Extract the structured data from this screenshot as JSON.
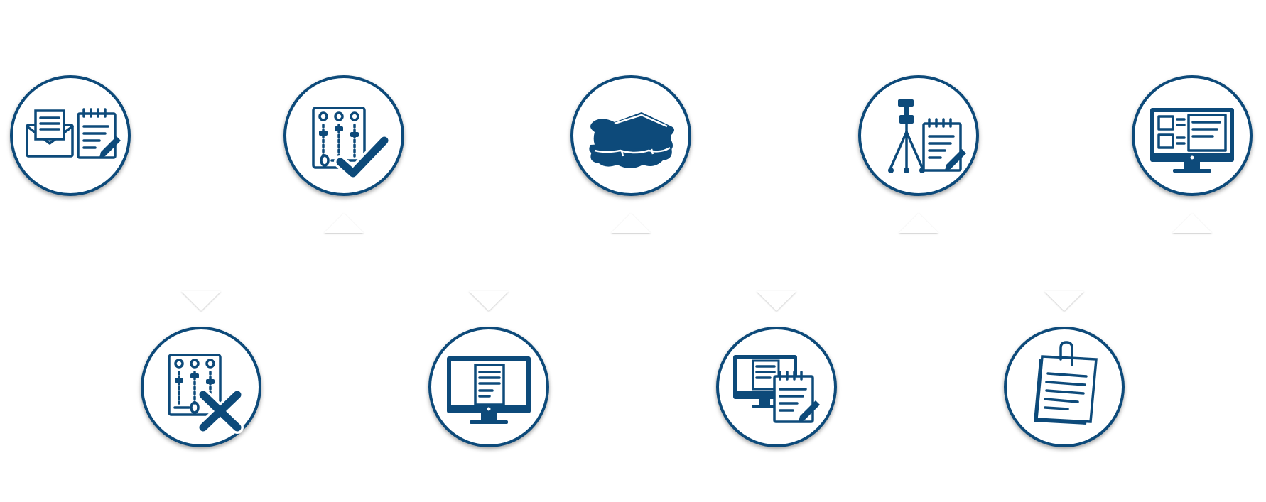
{
  "diagram": {
    "theme_color": "#0d4a7a",
    "background_color": "#ffffff",
    "top_row": [
      {
        "id": "step-1",
        "icon": "mail-and-notepad-icon"
      },
      {
        "id": "step-3",
        "icon": "mixer-approved-icon"
      },
      {
        "id": "step-5",
        "icon": "sandwich-icon"
      },
      {
        "id": "step-7",
        "icon": "tripod-and-notepad-icon"
      },
      {
        "id": "step-9",
        "icon": "monitor-layout-icon"
      }
    ],
    "bottom_row": [
      {
        "id": "step-2",
        "icon": "mixer-rejected-icon"
      },
      {
        "id": "step-4",
        "icon": "monitor-document-icon"
      },
      {
        "id": "step-6",
        "icon": "monitor-and-notepad-icon"
      },
      {
        "id": "step-8",
        "icon": "clipped-documents-icon"
      }
    ]
  }
}
